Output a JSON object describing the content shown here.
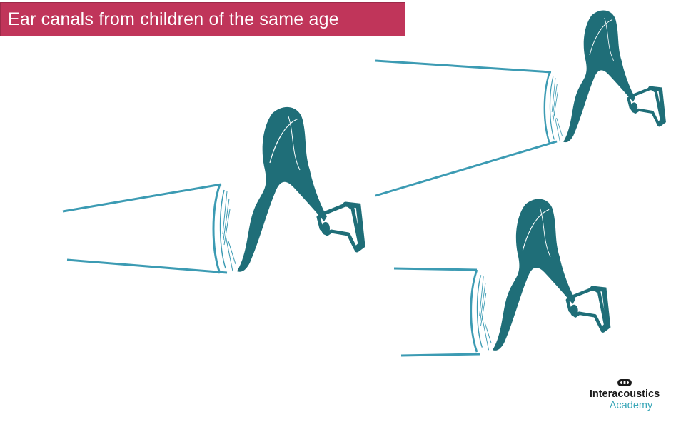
{
  "title": "Ear canals from children of the same age",
  "logo": {
    "name": "Interacoustics",
    "sub": "Academy"
  },
  "colors": {
    "banner": "#c0355a",
    "canal_line": "#3c9bb3",
    "ossicle": "#1f6e78",
    "logo_sub": "#3aa7b8"
  }
}
